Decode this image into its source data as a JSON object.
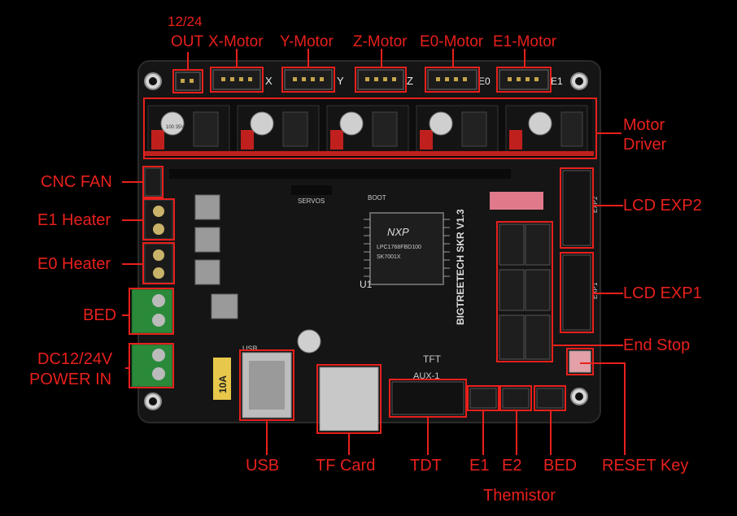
{
  "labels": {
    "out_12_24_top": "12/24",
    "out_12_24_bottom": "OUT",
    "x_motor": "X-Motor",
    "y_motor": "Y-Motor",
    "z_motor": "Z-Motor",
    "e0_motor": "E0-Motor",
    "e1_motor": "E1-Motor",
    "motor_driver_1": "Motor",
    "motor_driver_2": "Driver",
    "cnc_fan": "CNC FAN",
    "e1_heater": "E1 Heater",
    "e0_heater": "E0 Heater",
    "bed": "BED",
    "power_1": "DC12/24V",
    "power_2": "POWER IN",
    "lcd_exp2": "LCD EXP2",
    "lcd_exp1": "LCD EXP1",
    "end_stop": "End Stop",
    "usb": "USB",
    "tf_card": "TF Card",
    "tdt": "TDT",
    "e1": "E1",
    "e2": "E2",
    "bed_therm": "BED",
    "reset_key": "RESET Key",
    "themistor": "Themistor"
  },
  "board": {
    "brand_nxp": "NXP",
    "chip_text_1": "LPC1768FBD100",
    "chip_text_2": "SK7001X",
    "board_name": "BIGTREETECH SKR V1.3",
    "axis_x": "X",
    "axis_y": "Y",
    "axis_z": "Z",
    "axis_e0": "E0",
    "axis_e1": "E1",
    "servos": "SERVOS",
    "boot": "BOOT",
    "usb_silk": "USB",
    "tft": "TFT",
    "aux1": "AUX-1",
    "u1": "U1",
    "exp1": "EXP1",
    "exp2": "EXP2",
    "fuse": "10A",
    "cap_label": "100 35V"
  },
  "colors": {
    "accent": "#e8201c",
    "board": "#111111",
    "pcb_edge": "#1d1d1d",
    "driver_red": "#c0201d",
    "header_black": "#0a0a0a",
    "pin_gold": "#c7a54a",
    "terminal_green": "#2a8a3a"
  }
}
